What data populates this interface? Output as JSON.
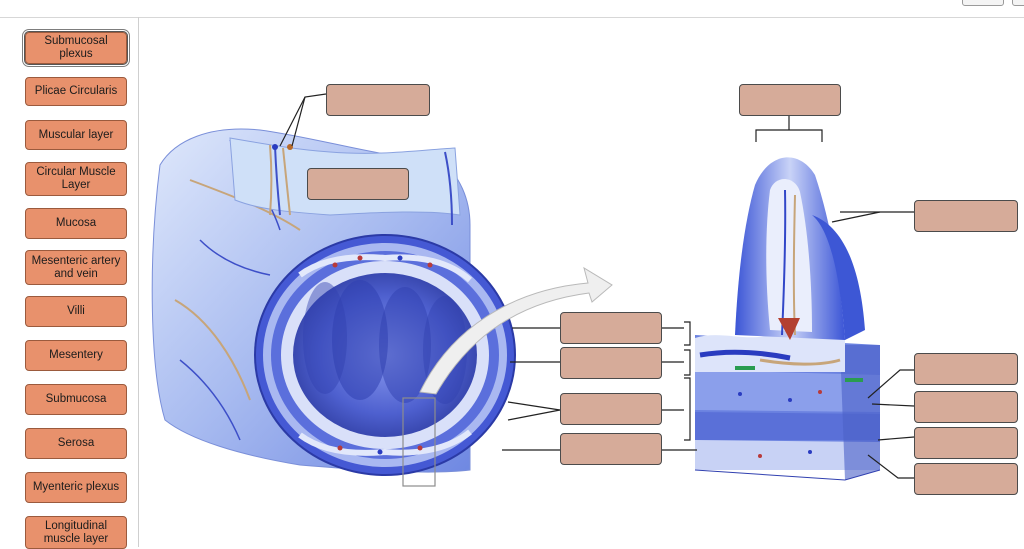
{
  "term_bank": {
    "items": [
      {
        "id": "submucosal-plexus",
        "label": "Submucosal plexus",
        "selected": true
      },
      {
        "id": "plicae-circularis",
        "label": "Plicae Circularis"
      },
      {
        "id": "muscular-layer",
        "label": "Muscular layer"
      },
      {
        "id": "circular-muscle-layer",
        "label": "Circular Muscle Layer"
      },
      {
        "id": "mucosa",
        "label": "Mucosa"
      },
      {
        "id": "mesenteric-artery-and-vein",
        "label": "Mesenteric artery and vein"
      },
      {
        "id": "villi",
        "label": "Villi"
      },
      {
        "id": "mesentery",
        "label": "Mesentery"
      },
      {
        "id": "submucosa",
        "label": "Submucosa"
      },
      {
        "id": "serosa",
        "label": "Serosa"
      },
      {
        "id": "myenteric-plexus",
        "label": "Myenteric plexus"
      },
      {
        "id": "longitudinal-muscle-layer",
        "label": "Longitudinal muscle layer"
      }
    ]
  },
  "drop_targets": [
    {
      "id": "target-1",
      "value": ""
    },
    {
      "id": "target-2",
      "value": ""
    },
    {
      "id": "target-3",
      "value": ""
    },
    {
      "id": "target-4",
      "value": ""
    },
    {
      "id": "target-5",
      "value": ""
    },
    {
      "id": "target-6",
      "value": ""
    },
    {
      "id": "target-7",
      "value": ""
    },
    {
      "id": "target-8",
      "value": ""
    },
    {
      "id": "target-9",
      "value": ""
    },
    {
      "id": "target-10",
      "value": ""
    },
    {
      "id": "target-11",
      "value": ""
    },
    {
      "id": "target-12",
      "value": ""
    }
  ],
  "colors": {
    "term_fill": "#e8916c",
    "term_border": "#9b5a3d",
    "target_fill": "#d6ab99",
    "target_border": "#4b4b4b",
    "tissue_blue": "#4a63d8",
    "tissue_light": "#b9c6f2"
  }
}
